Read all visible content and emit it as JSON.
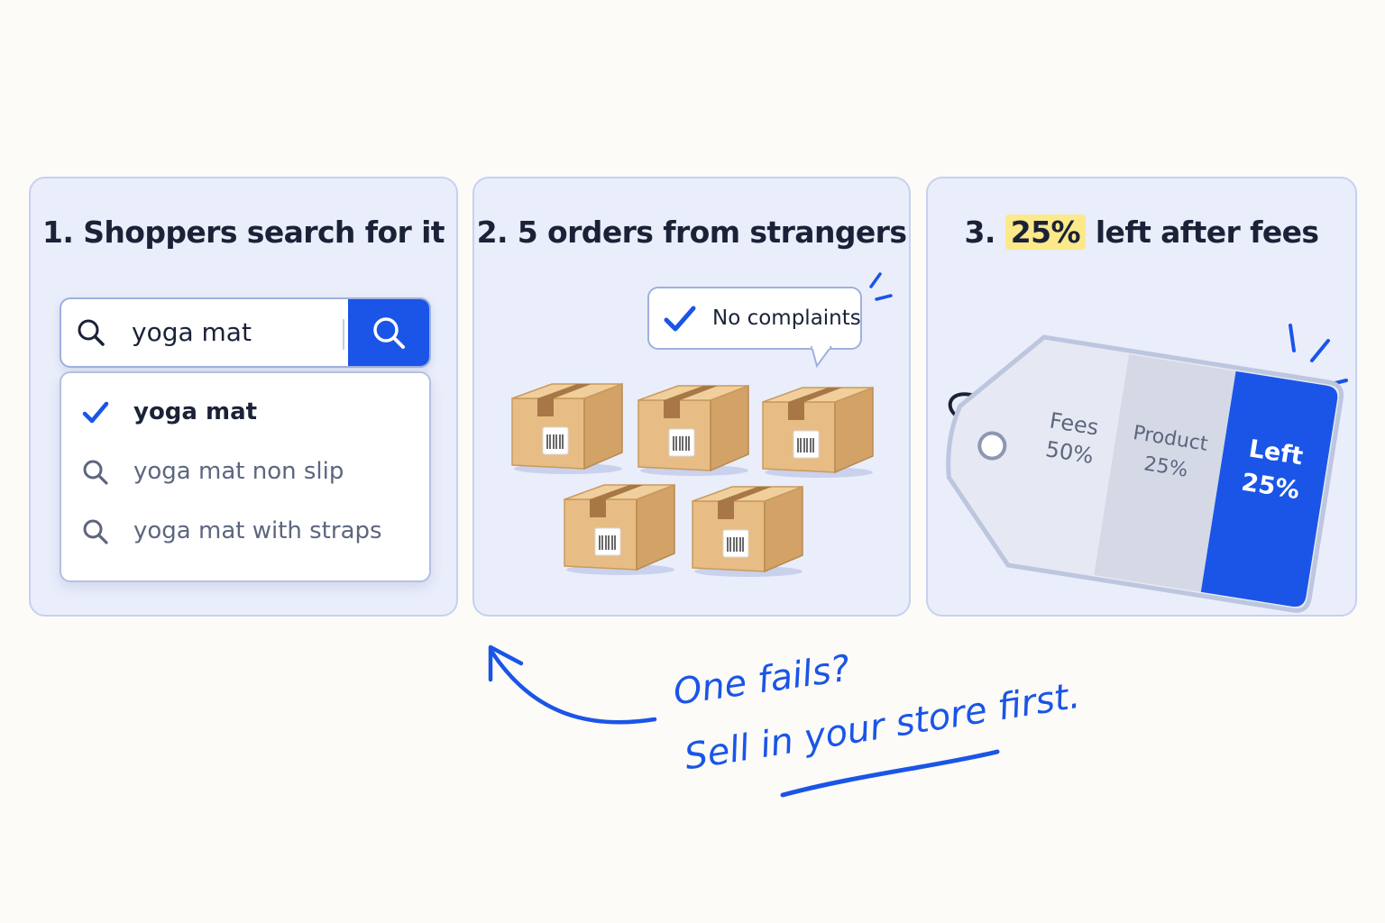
{
  "colors": {
    "accent": "#1a55e8",
    "panel_bg": "#eaeefb",
    "highlight": "#fbe98a"
  },
  "panel1": {
    "title": "1. Shoppers search for it",
    "search_value": "yoga mat",
    "suggestions": [
      {
        "label": "yoga mat",
        "icon": "check-icon",
        "selected": true
      },
      {
        "label": "yoga mat non slip",
        "icon": "search-icon",
        "selected": false
      },
      {
        "label": "yoga mat with straps",
        "icon": "search-icon",
        "selected": false
      }
    ]
  },
  "panel2": {
    "title": "2. 5 orders from strangers",
    "bubble_text": "No complaints",
    "box_count": 5
  },
  "panel3": {
    "title_prefix": "3.",
    "title_highlight": "25%",
    "title_suffix": "left after fees",
    "tag_segments": [
      {
        "label": "Fees",
        "value": "50%"
      },
      {
        "label": "Product",
        "value": "25%"
      },
      {
        "label": "Left",
        "value": "25%"
      }
    ]
  },
  "caption": {
    "line1": "One fails?",
    "line2": "Sell in your store first."
  }
}
